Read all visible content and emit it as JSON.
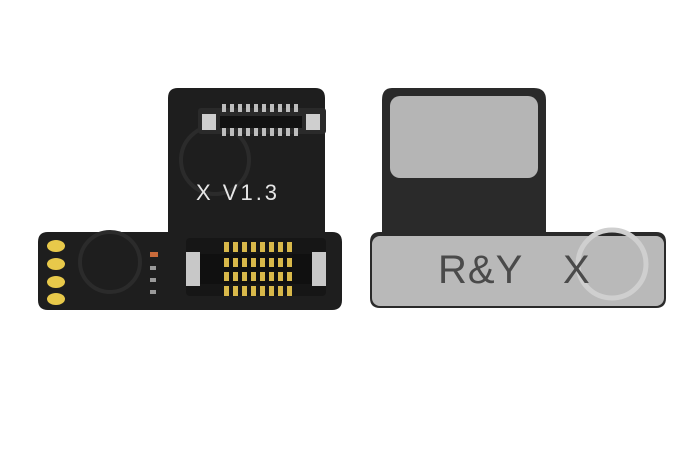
{
  "photo": {
    "front_cable": {
      "version_text": "X V1.3"
    },
    "back_cable": {
      "brand_text": "R&Y",
      "model_text": "X"
    }
  }
}
